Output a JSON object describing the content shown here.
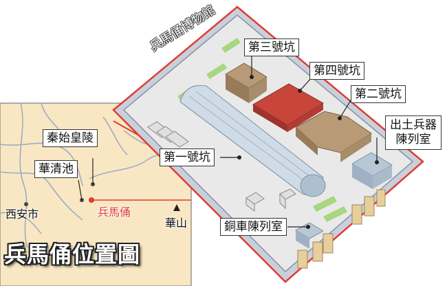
{
  "colors": {
    "border_red": "#e23b30",
    "map_bg": "#f9e7c3",
    "river": "#9aaec2",
    "site_floor": "#e9e9e9",
    "pit_brown": "#b89a77",
    "pit_red": "#c8453b",
    "grass": "#a7d77e"
  },
  "title": "兵馬俑位置圖",
  "museum_label": "兵馬俑博物館",
  "map": {
    "places": {
      "tomb": "秦始皇陵",
      "huaqing": "華清池",
      "xian": "西安市",
      "terracotta": "兵馬俑",
      "huashan": "華山"
    }
  },
  "site": {
    "pit3": "第三號坑",
    "pit4": "第四號坑",
    "pit2": "第二號坑",
    "pit1": "第一號坑",
    "exhibit": "出土兵器\n陳列室",
    "bronze": "銅車陳列室"
  }
}
